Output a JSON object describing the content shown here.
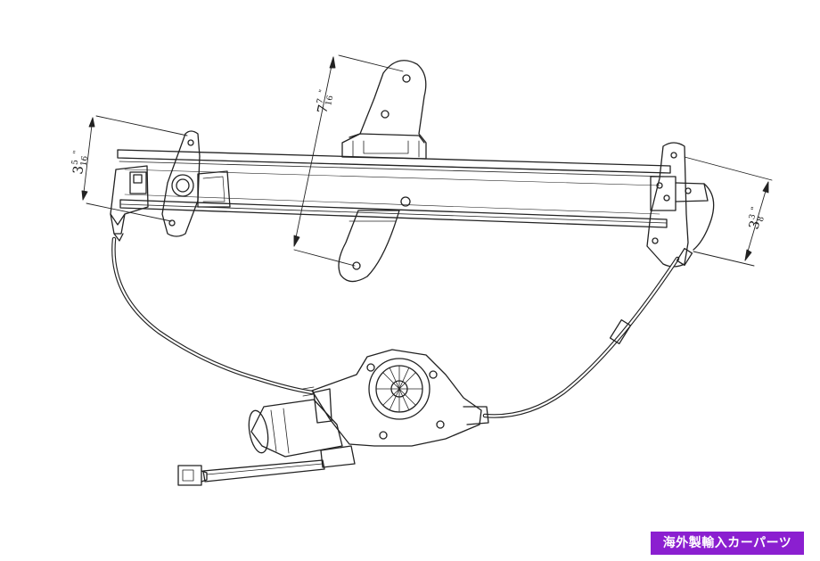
{
  "dimensions": {
    "bracket_height": {
      "whole": "3",
      "num": "5",
      "den": "16",
      "unit": "\""
    },
    "track_span": {
      "whole": "7",
      "num": "7",
      "den": "16",
      "unit": "\""
    },
    "right_height": {
      "whole": "3",
      "num": "3",
      "den": "8",
      "unit": "\""
    }
  },
  "badge": {
    "text": "海外製輸入カーパーツ",
    "color": "#8b1fd0"
  },
  "icons": {
    "motor": "window-motor-icon",
    "connector": "plug-connector-icon"
  }
}
